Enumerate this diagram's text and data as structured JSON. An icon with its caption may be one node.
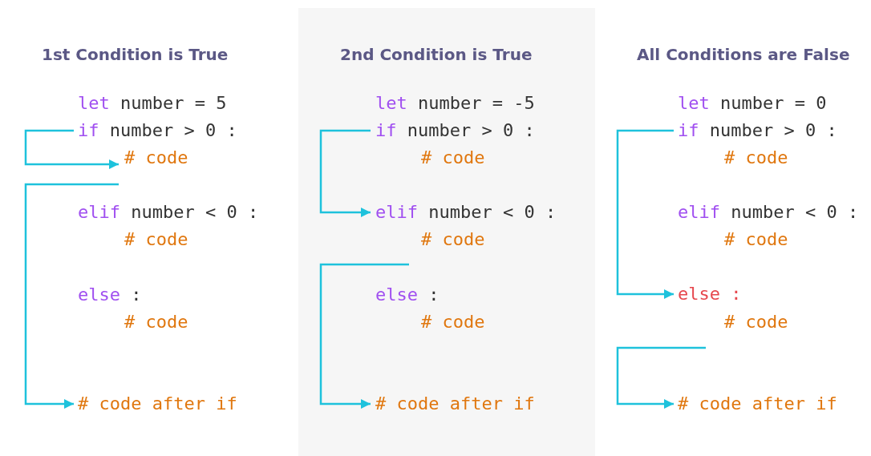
{
  "diagram": {
    "nodes": [
      {
        "text": [
          "1st Condition is True"
        ]
      },
      {
        "text": [
          "if number > 0 :"
        ],
        "in": 0
      },
      {
        "text": [
          "# code"
        ],
        "in": 0
      },
      {
        "text": [
          "# code after if"
        ],
        "in": 0
      },
      {
        "text": [
          "2nd Condition is True"
        ]
      },
      {
        "text": [
          "if number > 0 :"
        ],
        "in": 4
      },
      {
        "text": [
          "elif number < 0 :"
        ],
        "in": 4
      },
      {
        "text": [
          "# code"
        ],
        "in": 4
      },
      {
        "text": [
          "# code after if"
        ],
        "in": 4
      },
      {
        "text": [
          "All Conditions are False"
        ]
      },
      {
        "text": [
          "if number > 0 :"
        ],
        "in": 9
      },
      {
        "text": [
          "else :"
        ],
        "in": 9
      },
      {
        "text": [
          "# code"
        ],
        "in": 9
      },
      {
        "text": [
          "# code after if"
        ],
        "in": 9
      }
    ],
    "edges": [
      {
        "from": 1,
        "to": 2,
        "arrow": "to"
      },
      {
        "from": 2,
        "to": 3,
        "arrow": "to"
      },
      {
        "from": 5,
        "to": 6,
        "arrow": "to"
      },
      {
        "from": 7,
        "to": 8,
        "arrow": "to"
      },
      {
        "from": 10,
        "to": 11,
        "arrow": "to"
      },
      {
        "from": 12,
        "to": 13,
        "arrow": "to"
      }
    ],
    "labels": [
      "let number = 5",
      "elif number < 0 :",
      "# code",
      "else :",
      "# code",
      "let number = -5",
      "# code",
      "else :",
      "# code",
      "let number = 0",
      "# code",
      "elif number < 0 :",
      "# code"
    ]
  }
}
